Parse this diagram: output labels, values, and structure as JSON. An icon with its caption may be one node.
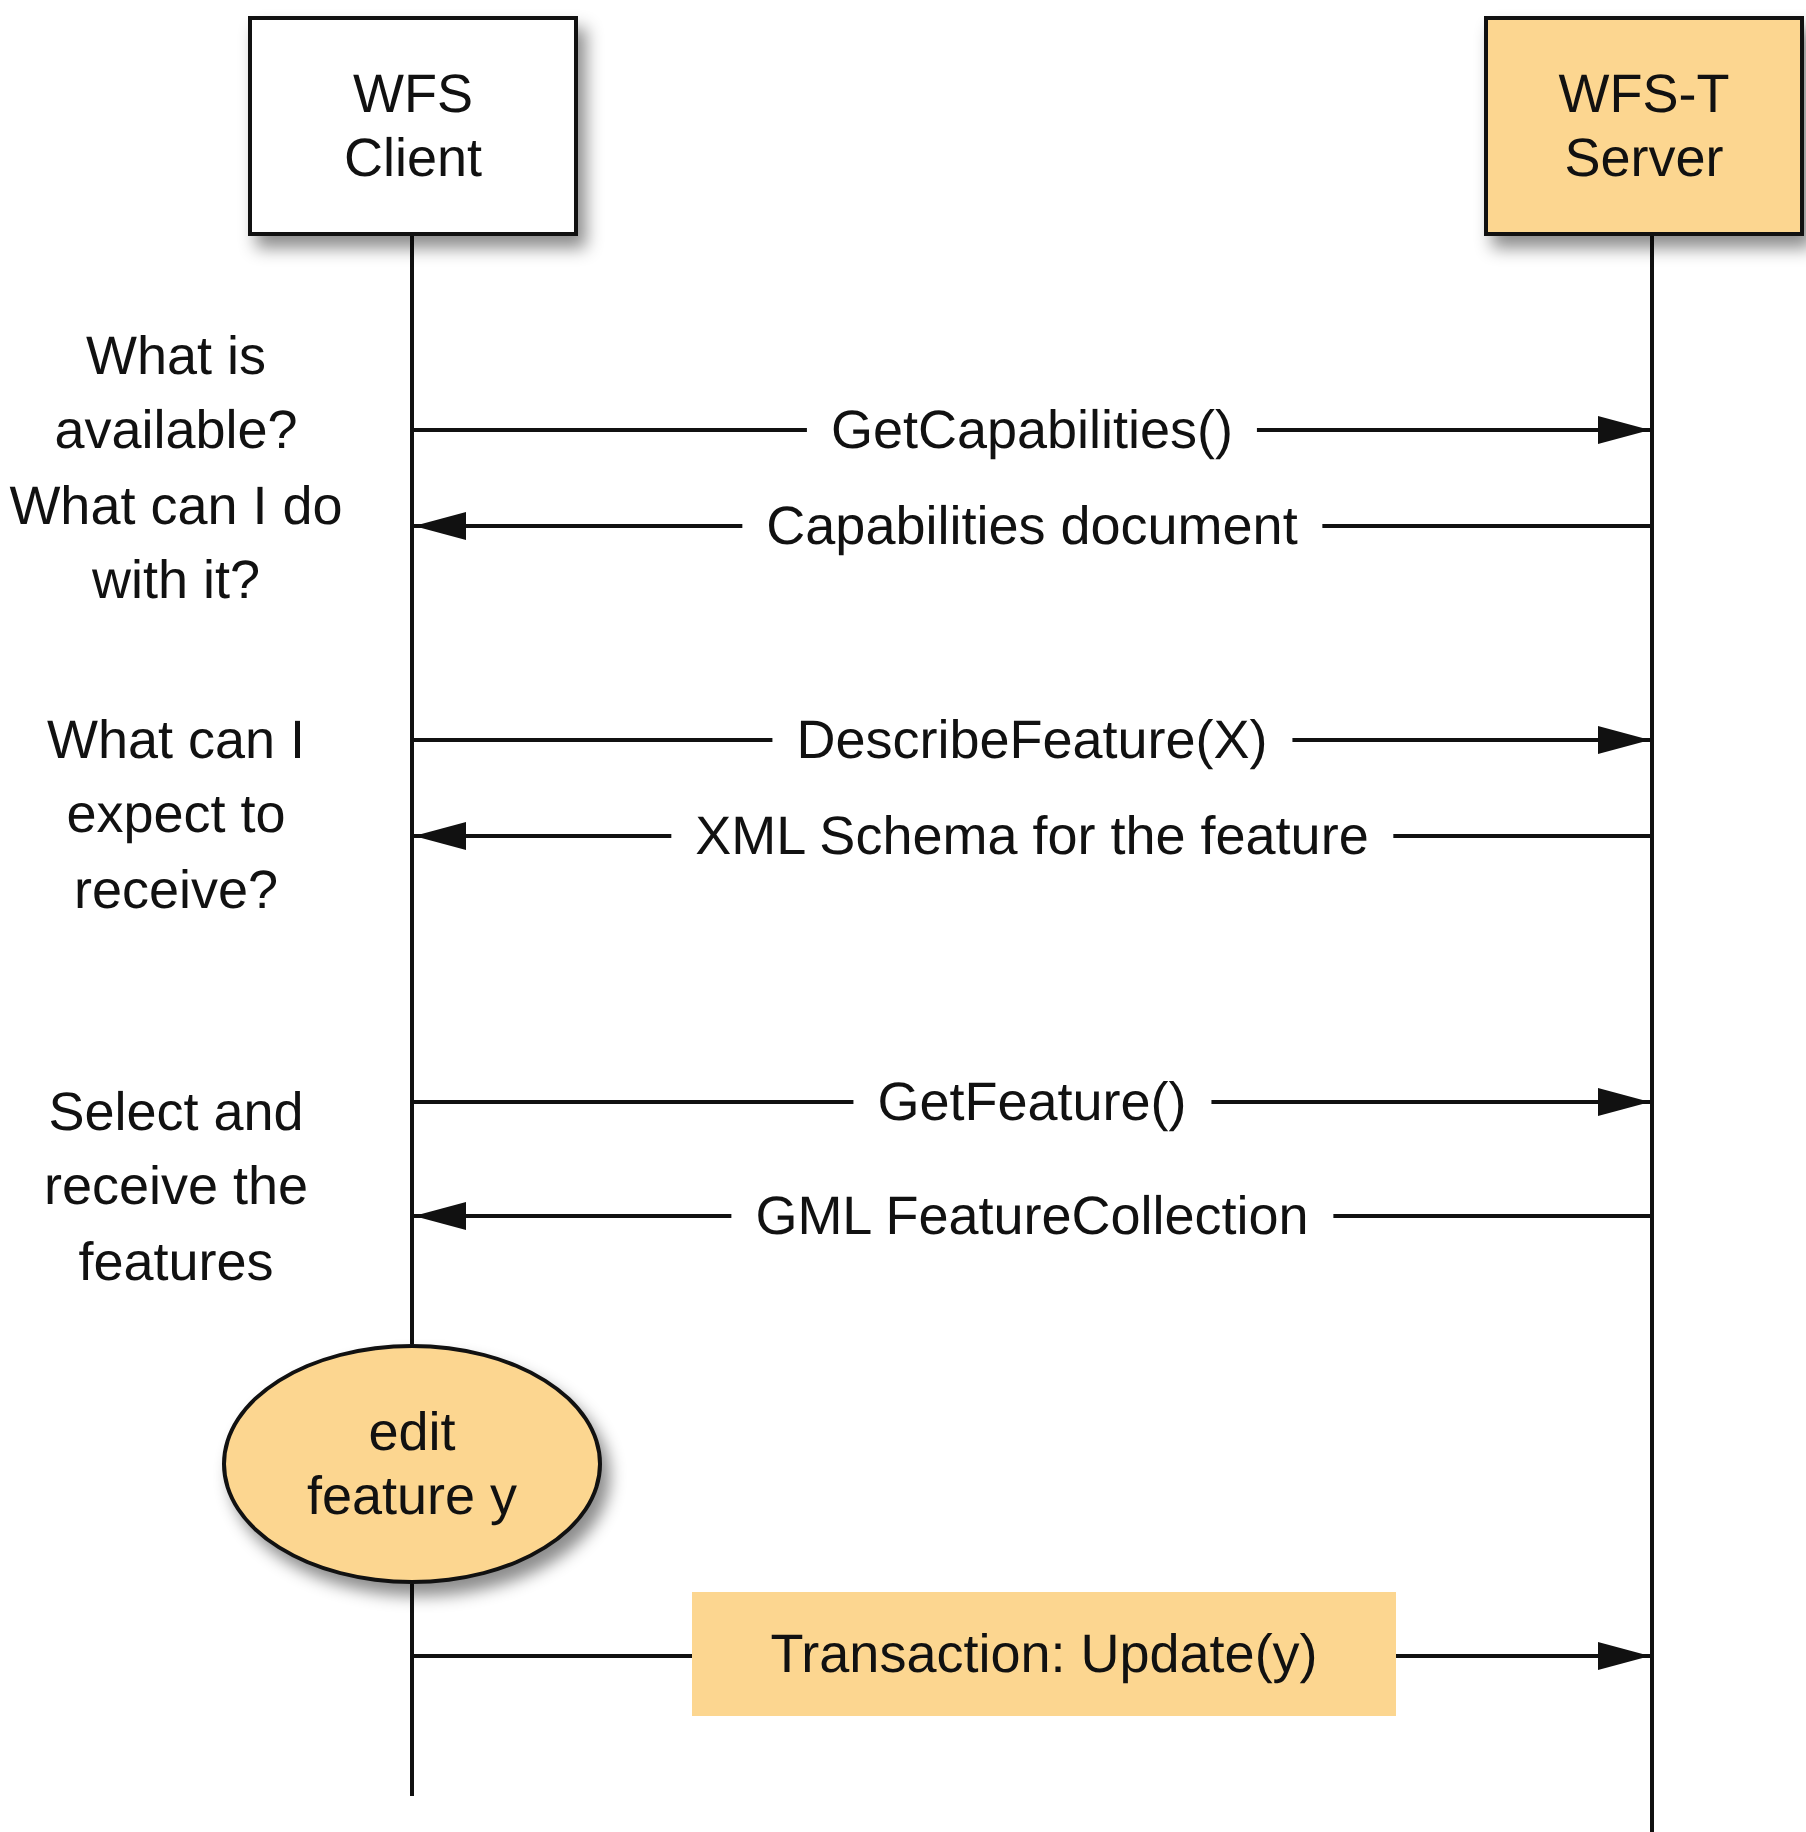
{
  "diagram": {
    "nodes": [
      {
        "text": [
          "WFS Client"
        ]
      },
      {
        "text": [
          "WFS-T Server"
        ]
      },
      {
        "text": [],
        "shape": "bar"
      },
      {
        "text": [],
        "shape": "bar"
      },
      {
        "text": [
          "edit feature y"
        ]
      },
      {
        "text": [
          "Transaction: Update(y)"
        ]
      },
      {
        "text": [],
        "shape": "bar"
      }
    ],
    "edges": [
      {
        "from": 2,
        "to": 3,
        "arrow": "to",
        "label": "GetCapabilities()"
      },
      {
        "from": 3,
        "to": 2,
        "arrow": "to",
        "label": "Capabilities document"
      },
      {
        "from": 2,
        "to": 3,
        "arrow": "to",
        "label": "DescribeFeature(X)"
      },
      {
        "from": 3,
        "to": 2,
        "arrow": "to",
        "label": "XML Schema for the feature"
      },
      {
        "from": 2,
        "to": 3,
        "arrow": "to",
        "label": "GetFeature()"
      },
      {
        "from": 3,
        "to": 2,
        "arrow": "to",
        "label": "GML FeatureCollection"
      },
      {
        "from": 6,
        "to": 5,
        "arrow": "none"
      },
      {
        "from": 5,
        "to": 3,
        "arrow": "to"
      }
    ],
    "labels": [
      "What is available?",
      "What can I do with it?",
      "What can I expect to receive?",
      "Select and receive the features"
    ]
  }
}
